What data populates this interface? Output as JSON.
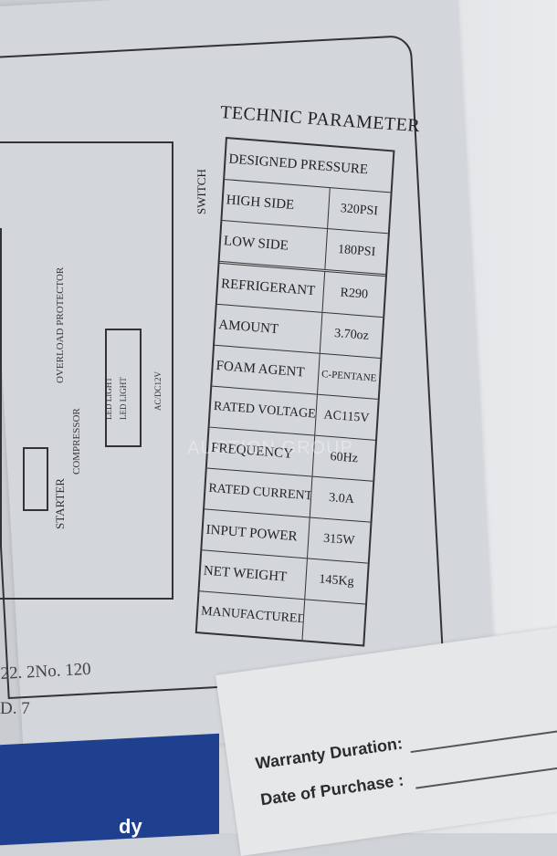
{
  "header": {
    "title": "TECHNIC PARAMETER"
  },
  "table": {
    "rows": [
      {
        "label": "DESIGNED PRESSURE",
        "value": ""
      },
      {
        "label": "HIGH SIDE",
        "value": "320PSI"
      },
      {
        "label": "LOW SIDE",
        "value": "180PSI"
      },
      {
        "label": "REFRIGERANT",
        "value": "R290"
      },
      {
        "label": "AMOUNT",
        "value": "3.70oz"
      },
      {
        "label": "FOAM AGENT",
        "value": "C-PENTANE"
      },
      {
        "label": "RATED VOLTAGE",
        "value": "AC115V"
      },
      {
        "label": "FREQUENCY",
        "value": "60Hz"
      },
      {
        "label": "RATED CURRENT",
        "value": "3.0A"
      },
      {
        "label": "INPUT POWER",
        "value": "315W"
      },
      {
        "label": "NET WEIGHT",
        "value": "145Kg"
      },
      {
        "label": "MANUFACTURED",
        "value": ""
      }
    ]
  },
  "circuit": {
    "switch_label": "SWITCH",
    "overload_label": "OVERLOAD PROTECTOR",
    "compressor_label": "COMPRESSOR",
    "starter_label": "STARTER",
    "light_label_1": "LED LIGHT",
    "light_label_2": "LED LIGHT",
    "adapter_label": "AC/DC12V"
  },
  "footer": {
    "model_line_1": "22. 2No. 120",
    "model_line_2": "D. 7",
    "blue_text": "dy"
  },
  "warranty": {
    "duration_label": "Warranty Duration:",
    "purchase_label": "Date of Purchase :"
  },
  "watermark": {
    "text": "AUCTION GROUP"
  }
}
